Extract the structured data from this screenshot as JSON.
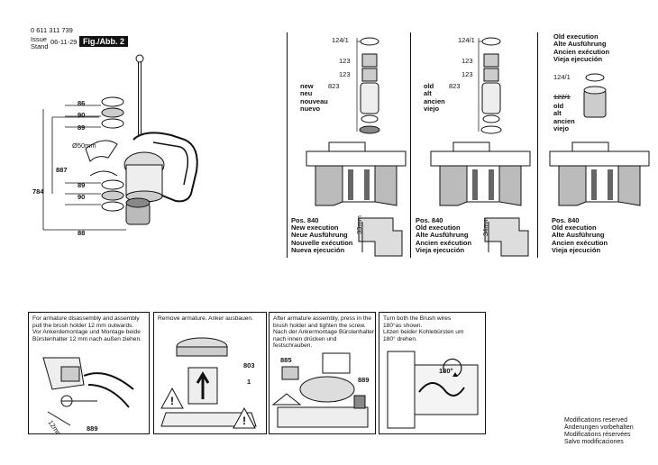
{
  "header": {
    "part_number": "0 611 311 739",
    "issue_label": "Issue",
    "stand_label": "Stand",
    "date": "06-11-29",
    "figure_label": "Fig./Abb. 2"
  },
  "left_diagram": {
    "dim_labels": [
      "86",
      "90",
      "89",
      "89",
      "90",
      "88"
    ],
    "dim_887": "887",
    "dim_784": "784",
    "diameter": "Ø50mm"
  },
  "columns": [
    {
      "id": "new",
      "top_labels": [
        "124/1",
        "123",
        "123"
      ],
      "side_number": "823",
      "side_words": "new\nneu\nnouveau\nnuevo",
      "pos": "Pos. 840",
      "exec_lines": "New execution\nNeue Ausführung\nNouvelle exécution\nNueva ejecución",
      "dim": "33mm"
    },
    {
      "id": "old",
      "top_labels": [
        "124/1",
        "123",
        "123"
      ],
      "side_number": "823",
      "side_words": "old\nalt\nancien\nviejo",
      "pos": "Pos. 840",
      "exec_lines": "Old execution\nAlte Ausführung\nAncien exécution\nVieja ejecución",
      "dim": "34mm"
    },
    {
      "id": "old-exec",
      "heading_lines": "Old execution\nAlte Ausführung\nAncien exécution\nVieja ejecución",
      "top_labels": [
        "124/1",
        "122/1"
      ],
      "side_words": "old\nalt\nancien\nviejo",
      "pos": "Pos. 840",
      "exec_lines": "Old execution\nAlte Ausführung\nAncien exécution\nVieja ejecución"
    }
  ],
  "steps": [
    {
      "text": "For armature disassembly and assembly\npull the brush holder 12 mm outwards.\nVor Ankerdemontage und Montage beide\nBürstenhalter 12 mm nach außen ziehen.",
      "labels": [
        "889",
        "12mm"
      ]
    },
    {
      "text": "Remove armature. Anker ausbauen.",
      "labels": [
        "803",
        "1"
      ]
    },
    {
      "text": "After armature assembly, press in the\nbrush holder and tighten the screw.\nNach der Ankermontage Bürstenhalter\nnach innen drücken und festschrauben.",
      "labels": [
        "885",
        "889"
      ]
    },
    {
      "text": "Turn both the Brush wires\n180°as shown.\nLitzen beider Kohlebürsten um\n180° drehen.",
      "labels": [
        "180°"
      ]
    }
  ],
  "modifications": "Modifications reserved\nÄnderungen vorbehalten\nModifications réservées\nSalvo modificaciones"
}
